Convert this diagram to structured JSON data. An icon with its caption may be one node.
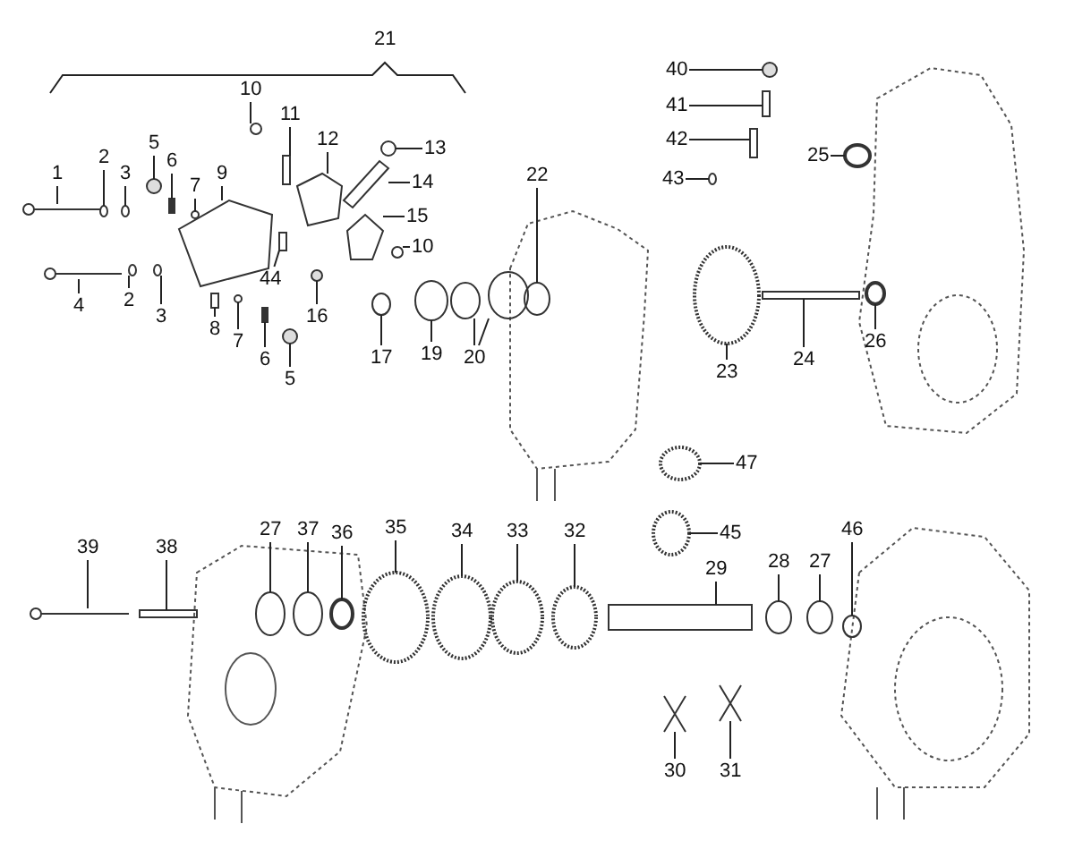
{
  "diagram": {
    "nodes": [
      {
        "text": [
          "21"
        ]
      },
      {
        "text": [
          "10"
        ]
      },
      {
        "text": [
          "11"
        ]
      },
      {
        "text": [
          "12"
        ]
      },
      {
        "text": [
          "13"
        ]
      },
      {
        "text": [
          "1"
        ]
      },
      {
        "text": [
          "2"
        ]
      },
      {
        "text": [
          "3"
        ]
      },
      {
        "text": [
          "5"
        ]
      },
      {
        "text": [
          "6"
        ]
      },
      {
        "text": [
          "7"
        ]
      },
      {
        "text": [
          "9"
        ]
      },
      {
        "text": [
          "14"
        ]
      },
      {
        "text": [
          "15"
        ]
      },
      {
        "text": [
          "10"
        ]
      },
      {
        "text": [
          "22"
        ]
      },
      {
        "text": [
          "44"
        ]
      },
      {
        "text": [
          "4"
        ]
      },
      {
        "text": [
          "2"
        ]
      },
      {
        "text": [
          "3"
        ]
      },
      {
        "text": [
          "8"
        ]
      },
      {
        "text": [
          "16"
        ]
      },
      {
        "text": [
          "7"
        ]
      },
      {
        "text": [
          "6"
        ]
      },
      {
        "text": [
          "17"
        ]
      },
      {
        "text": [
          "19"
        ]
      },
      {
        "text": [
          "20"
        ]
      },
      {
        "text": [
          "5"
        ]
      },
      {
        "text": [
          "40"
        ]
      },
      {
        "text": [
          "41"
        ]
      },
      {
        "text": [
          "42"
        ]
      },
      {
        "text": [
          "25"
        ]
      },
      {
        "text": [
          "43"
        ]
      },
      {
        "text": [
          "23"
        ]
      },
      {
        "text": [
          "24"
        ]
      },
      {
        "text": [
          "26"
        ]
      },
      {
        "text": [
          "47"
        ]
      },
      {
        "text": [
          "39"
        ]
      },
      {
        "text": [
          "38"
        ]
      },
      {
        "text": [
          "27"
        ]
      },
      {
        "text": [
          "37"
        ]
      },
      {
        "text": [
          "36"
        ]
      },
      {
        "text": [
          "35"
        ]
      },
      {
        "text": [
          "34"
        ]
      },
      {
        "text": [
          "33"
        ]
      },
      {
        "text": [
          "32"
        ]
      },
      {
        "text": [
          "45"
        ]
      },
      {
        "text": [
          "46"
        ]
      },
      {
        "text": [
          "29"
        ]
      },
      {
        "text": [
          "28"
        ]
      },
      {
        "text": [
          "27"
        ]
      },
      {
        "text": [
          "30"
        ]
      },
      {
        "text": [
          "31"
        ]
      },
      {
        "text": [],
        "shape": "circle"
      },
      {
        "text": [],
        "shape": "box"
      },
      {
        "text": [],
        "shape": "picture"
      },
      {
        "text": [],
        "shape": "circle"
      },
      {
        "text": [],
        "shape": "picture"
      },
      {
        "text": [],
        "shape": "circle"
      },
      {
        "text": [],
        "shape": "circle"
      },
      {
        "text": [],
        "shape": "circle"
      },
      {
        "text": [],
        "shape": "box"
      },
      {
        "text": [],
        "shape": "circle"
      },
      {
        "text": [],
        "shape": "picture"
      },
      {
        "text": [],
        "shape": "picture"
      },
      {
        "text": [],
        "shape": "picture"
      },
      {
        "text": [],
        "shape": "circle"
      },
      {
        "text": [],
        "shape": "circle"
      },
      {
        "text": [],
        "shape": "box"
      },
      {
        "text": [],
        "shape": "picture"
      },
      {
        "text": [],
        "shape": "circle"
      },
      {
        "text": [],
        "shape": "circle"
      },
      {
        "text": [],
        "shape": "box"
      },
      {
        "text": [],
        "shape": "circle"
      },
      {
        "text": [],
        "shape": "circle"
      },
      {
        "text": [],
        "shape": "box"
      },
      {
        "text": [],
        "shape": "circle"
      },
      {
        "text": [],
        "shape": "circle"
      },
      {
        "text": [],
        "shape": "circle"
      },
      {
        "text": [],
        "shape": "circle"
      },
      {
        "text": [],
        "shape": "circle"
      },
      {
        "text": [],
        "shape": "circle"
      },
      {
        "text": [],
        "shape": "box"
      },
      {
        "text": [],
        "shape": "box"
      },
      {
        "text": [],
        "shape": "circle"
      },
      {
        "text": [],
        "shape": "circle"
      },
      {
        "text": [],
        "shape": "circle"
      },
      {
        "text": [],
        "shape": "box"
      },
      {
        "text": [],
        "shape": "circle"
      },
      {
        "text": [],
        "shape": "circle"
      },
      {
        "text": [],
        "shape": "picture"
      },
      {
        "text": [],
        "shape": "box"
      },
      {
        "text": [],
        "shape": "circle"
      },
      {
        "text": [],
        "shape": "circle"
      },
      {
        "text": [],
        "shape": "circle"
      },
      {
        "text": [],
        "shape": "circle"
      },
      {
        "text": [],
        "shape": "circle"
      },
      {
        "text": [],
        "shape": "circle"
      },
      {
        "text": [],
        "shape": "circle"
      },
      {
        "text": [],
        "shape": "circle"
      },
      {
        "text": [],
        "shape": "circle"
      },
      {
        "text": [],
        "shape": "box"
      },
      {
        "text": [],
        "shape": "circle"
      },
      {
        "text": [],
        "shape": "circle"
      },
      {
        "text": [],
        "shape": "picture"
      },
      {
        "text": [],
        "shape": "picture"
      }
    ],
    "edges": [
      {
        "from": 1,
        "to": 53,
        "arrow": "none"
      },
      {
        "from": 2,
        "to": 54,
        "arrow": "none"
      },
      {
        "from": 3,
        "to": 55,
        "arrow": "none"
      },
      {
        "from": 4,
        "to": 56,
        "arrow": "none"
      },
      {
        "from": 5,
        "to": 57,
        "arrow": "none"
      },
      {
        "from": 6,
        "to": 58,
        "arrow": "none"
      },
      {
        "from": 7,
        "to": 59,
        "arrow": "none"
      },
      {
        "from": 8,
        "to": 60,
        "arrow": "none"
      },
      {
        "from": 9,
        "to": 61,
        "arrow": "none"
      },
      {
        "from": 10,
        "to": 62,
        "arrow": "none"
      },
      {
        "from": 11,
        "to": 63,
        "arrow": "none"
      },
      {
        "from": 12,
        "to": 64,
        "arrow": "none"
      },
      {
        "from": 13,
        "to": 65,
        "arrow": "none"
      },
      {
        "from": 14,
        "to": 66,
        "arrow": "none"
      },
      {
        "from": 15,
        "to": 67,
        "arrow": "none"
      },
      {
        "from": 16,
        "to": 68,
        "arrow": "none"
      },
      {
        "from": 17,
        "to": 69,
        "arrow": "none"
      },
      {
        "from": 18,
        "to": 70,
        "arrow": "none"
      },
      {
        "from": 19,
        "to": 71,
        "arrow": "none"
      },
      {
        "from": 20,
        "to": 72,
        "arrow": "none"
      },
      {
        "from": 21,
        "to": 73,
        "arrow": "none"
      },
      {
        "from": 22,
        "to": 74,
        "arrow": "none"
      },
      {
        "from": 23,
        "to": 75,
        "arrow": "none"
      },
      {
        "from": 24,
        "to": 76,
        "arrow": "none"
      },
      {
        "from": 25,
        "to": 77,
        "arrow": "none"
      },
      {
        "from": 26,
        "to": 78,
        "arrow": "none"
      },
      {
        "from": 26,
        "to": 79,
        "arrow": "none"
      },
      {
        "from": 27,
        "to": 80,
        "arrow": "none"
      },
      {
        "from": 28,
        "to": 81,
        "arrow": "none"
      },
      {
        "from": 29,
        "to": 82,
        "arrow": "none"
      },
      {
        "from": 30,
        "to": 83,
        "arrow": "none"
      },
      {
        "from": 31,
        "to": 84,
        "arrow": "none"
      },
      {
        "from": 32,
        "to": 85,
        "arrow": "none"
      },
      {
        "from": 33,
        "to": 86,
        "arrow": "none"
      },
      {
        "from": 34,
        "to": 87,
        "arrow": "none"
      },
      {
        "from": 35,
        "to": 88,
        "arrow": "none"
      },
      {
        "from": 36,
        "to": 89,
        "arrow": "none"
      },
      {
        "from": 37,
        "to": 90,
        "arrow": "none"
      },
      {
        "from": 38,
        "to": 91,
        "arrow": "none"
      },
      {
        "from": 39,
        "to": 92,
        "arrow": "none"
      },
      {
        "from": 40,
        "to": 93,
        "arrow": "none"
      },
      {
        "from": 41,
        "to": 94,
        "arrow": "none"
      },
      {
        "from": 42,
        "to": 95,
        "arrow": "none"
      },
      {
        "from": 43,
        "to": 96,
        "arrow": "none"
      },
      {
        "from": 44,
        "to": 97,
        "arrow": "none"
      },
      {
        "from": 45,
        "to": 98,
        "arrow": "none"
      },
      {
        "from": 46,
        "to": 99,
        "arrow": "none"
      },
      {
        "from": 47,
        "to": 100,
        "arrow": "none"
      },
      {
        "from": 48,
        "to": 101,
        "arrow": "none"
      },
      {
        "from": 49,
        "to": 102,
        "arrow": "none"
      },
      {
        "from": 50,
        "to": 103,
        "arrow": "none"
      },
      {
        "from": 51,
        "to": 104,
        "arrow": "none"
      },
      {
        "from": 52,
        "to": 105,
        "arrow": "none"
      }
    ]
  }
}
